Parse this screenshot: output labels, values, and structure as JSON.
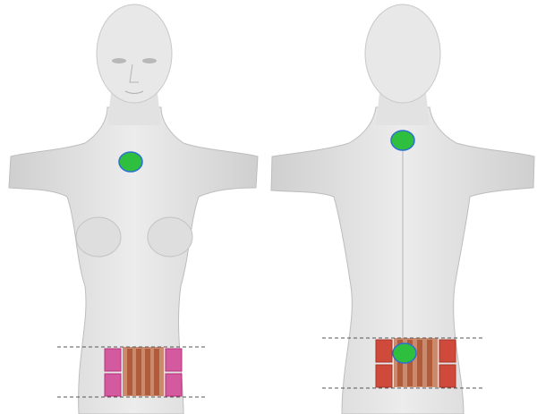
{
  "figure": {
    "views": [
      {
        "id": "front",
        "label": "front-view"
      },
      {
        "id": "back",
        "label": "back-view"
      }
    ],
    "colors": {
      "skin": "#e6e6e6",
      "skin_shadow": "#bdbdbd",
      "marker": "#2fbf3f",
      "marker_border": "#2d6fd0",
      "front_electrode": "#d45aa0",
      "front_electrode_border": "#b8327d",
      "back_electrode": "#cf4a3a",
      "back_electrode_border": "#a83426",
      "stripe": "#b05c3a",
      "dashed_line": "#555555"
    }
  }
}
